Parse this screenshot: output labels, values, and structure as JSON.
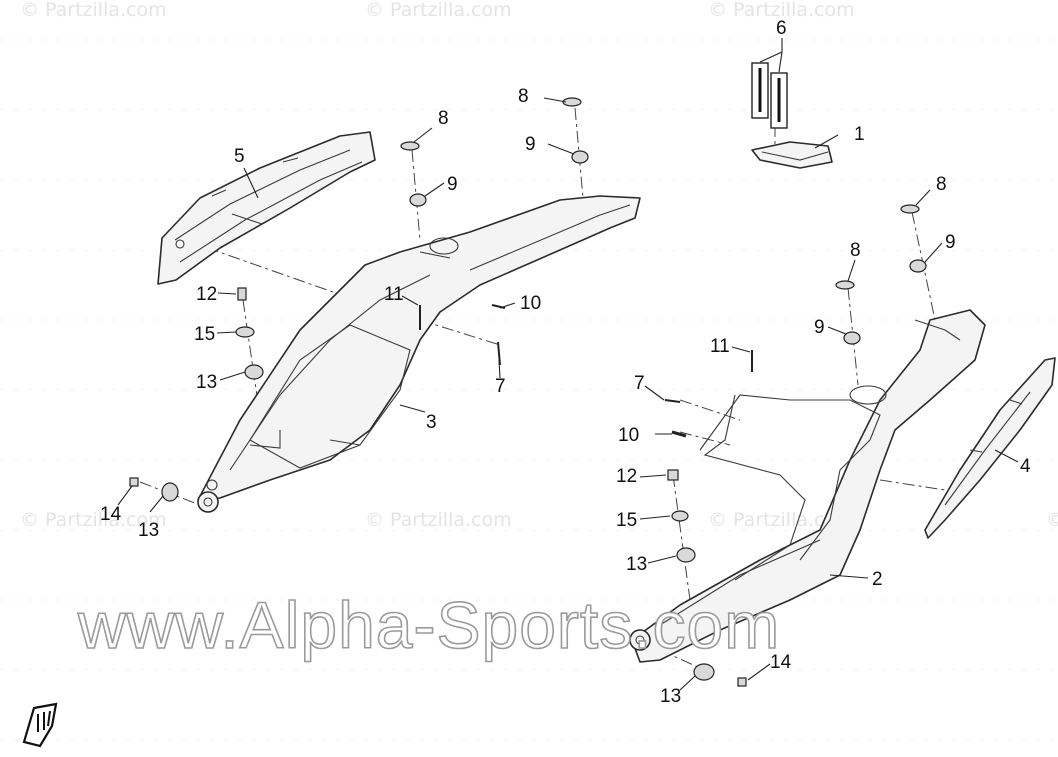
{
  "watermarks": [
    "© Partzilla.com",
    "© Partzilla.com",
    "© Partzilla.com",
    "© Partzilla.com",
    "© Partzilla.com",
    "© Partzilla.com",
    "©"
  ],
  "overlay_text": "www.Alpha-Sports.com",
  "callouts": [
    "1",
    "2",
    "3",
    "4",
    "5",
    "6",
    "7",
    "7",
    "8",
    "8",
    "8",
    "8",
    "9",
    "9",
    "9",
    "9",
    "10",
    "10",
    "11",
    "11",
    "12",
    "12",
    "13",
    "13",
    "13",
    "13",
    "14",
    "14",
    "15",
    "15"
  ]
}
